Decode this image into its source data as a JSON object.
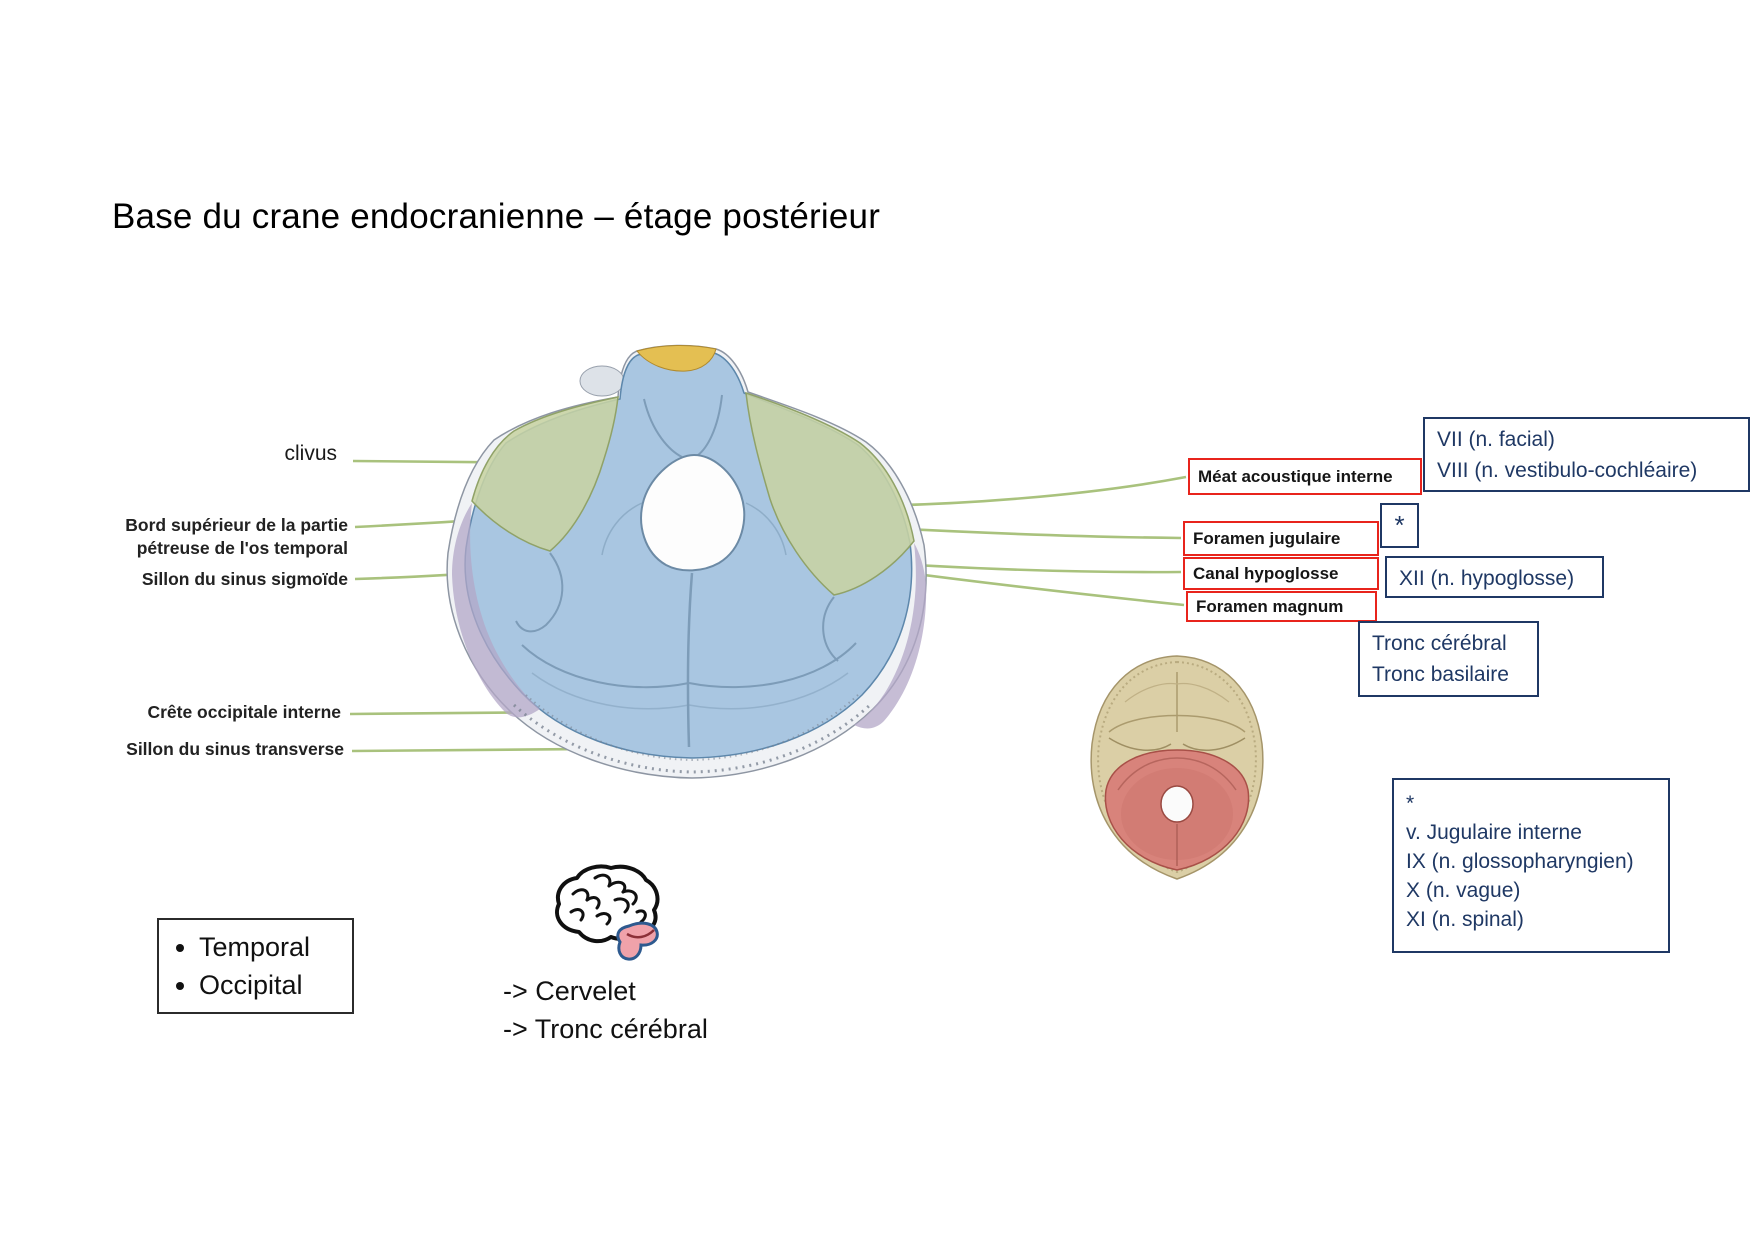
{
  "title": "Base du crane endocranienne – étage postérieur",
  "anatomy_labels": {
    "clivus": "clivus",
    "bord_superieur": [
      "Bord supérieur de la partie",
      "pétreuse de l'os temporal"
    ],
    "sillon_sigmoide": "Sillon du sinus sigmoïde",
    "crete_occipitale": "Crête occipitale interne",
    "sillon_transverse": "Sillon du sinus transverse"
  },
  "foramen_labels": {
    "meat_acoustique": "Méat acoustique interne",
    "foramen_jugulaire": "Foramen jugulaire",
    "canal_hypoglosse": "Canal hypoglosse",
    "foramen_magnum": "Foramen magnum"
  },
  "nerve_boxes": {
    "facial": [
      "VII (n. facial)",
      "VIII (n. vestibulo-cochléaire)"
    ],
    "asterisk": "*",
    "hypoglosse": "XII (n. hypoglosse)",
    "tronc": [
      "Tronc cérébral",
      "Tronc basilaire"
    ],
    "jugular_contents": [
      "*",
      "v. Jugulaire interne",
      "IX (n. glossopharyngien)",
      "X (n. vague)",
      "XI (n. spinal)"
    ]
  },
  "bones_box": {
    "items": [
      "Temporal",
      "Occipital"
    ]
  },
  "contents_notes": [
    "-> Cervelet",
    "-> Tronc cérébral"
  ],
  "colors": {
    "navy": "#1f3864",
    "red": "#e8241c",
    "leader_green": "#a9c27d",
    "fossa_blue": "#a9c6e1",
    "petrous_green": "#c7d3a3",
    "highlight_red": "#d8837b"
  }
}
